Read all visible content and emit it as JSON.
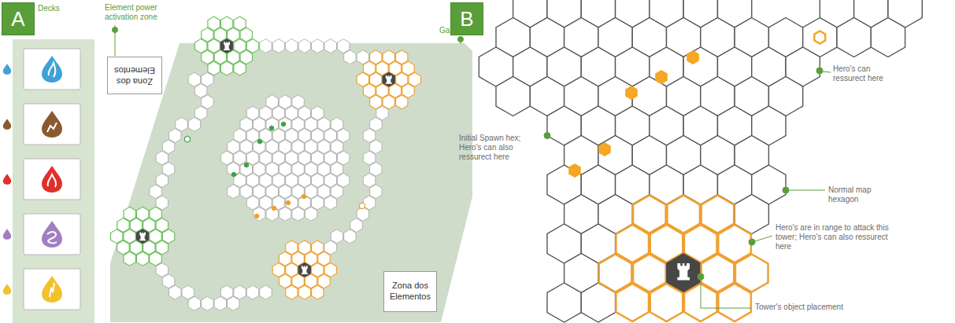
{
  "diagram": {
    "nodes": [
      {
        "text": [
          "A"
        ]
      },
      {
        "text": [
          "Zona dos Elementos"
        ]
      },
      {
        "text": [
          "Zona dos Elementos"
        ]
      },
      {
        "text": [
          "B"
        ]
      }
    ],
    "labels": [
      "Decks",
      "Element power activation zone",
      "Game Map",
      "Hero's can ressurect here",
      "Initial Spawn hex; Hero's can also ressurect here",
      "Normal map hexagon",
      "Hero's are in range to attack this tower; Hero's can also ressurect here",
      "Tower's object placement"
    ]
  }
}
